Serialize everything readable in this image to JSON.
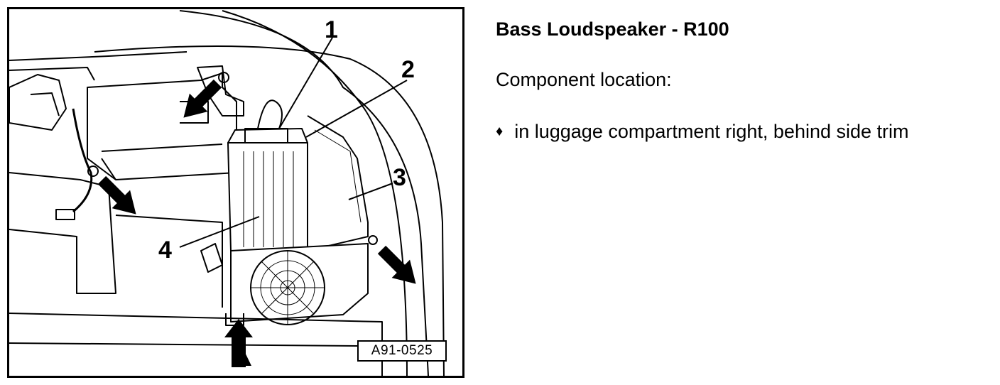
{
  "figure": {
    "id_label": "A91-0525",
    "callouts": [
      "1",
      "2",
      "3",
      "4"
    ]
  },
  "text": {
    "title": "Bass Loudspeaker - R100",
    "subtitle": "Component location:",
    "bullet_glyph": "♦",
    "items": [
      "in luggage compartment right, behind side trim"
    ]
  }
}
